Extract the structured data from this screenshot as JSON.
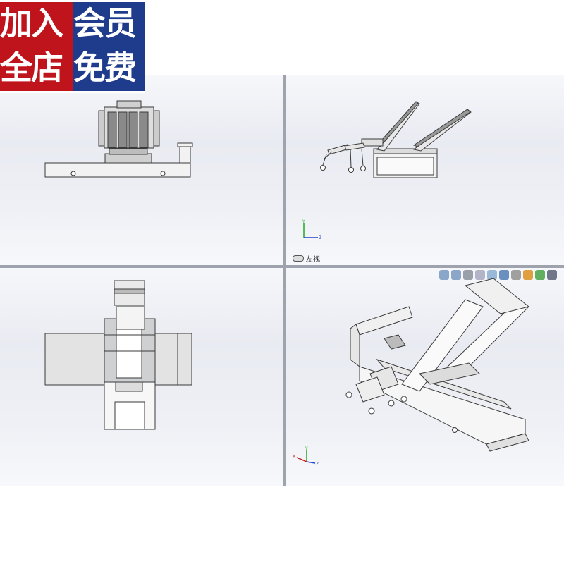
{
  "promo": {
    "line1_left": "加入",
    "line1_right": "会员",
    "line2_left": "全店",
    "line2_right": "免费",
    "color_red": "#c0141c",
    "color_blue": "#1f3c8c"
  },
  "viewports": {
    "top_right": {
      "view_name": "左视"
    }
  },
  "toolbar": {
    "icons": [
      "zoom-to-fit-icon",
      "zoom-area-icon",
      "previous-view-icon",
      "section-view-icon",
      "view-orientation-icon",
      "display-style-icon",
      "hide-show-icon",
      "edit-appearance-icon",
      "apply-scene-icon",
      "view-settings-icon"
    ]
  },
  "colors": {
    "viewport_gradient_top": "#f6f7fa",
    "model_stroke": "#3a3a3a",
    "model_fill": "#f1f1f1",
    "axis_x": "#cc2222",
    "axis_y": "#22aa22",
    "axis_z": "#2244cc"
  }
}
